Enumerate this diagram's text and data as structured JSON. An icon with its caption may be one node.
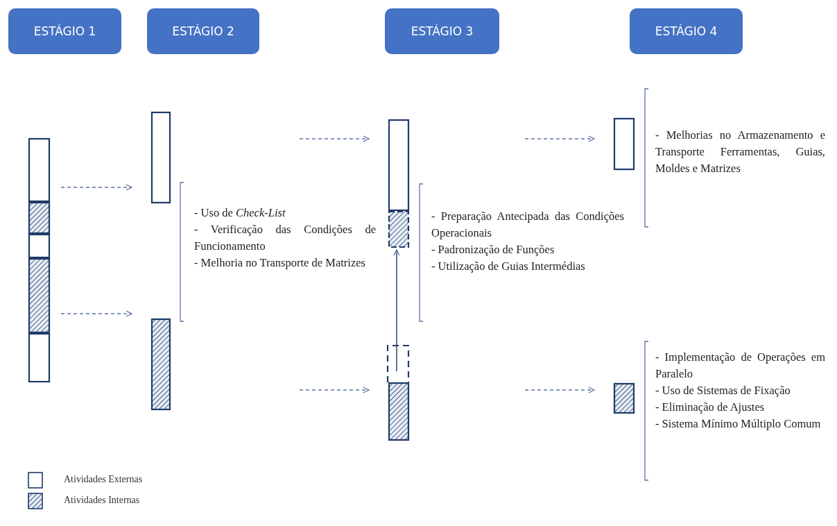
{
  "diagram": {
    "nodes": [
      {
        "text": [
          "ESTÁGIO 1"
        ]
      },
      {
        "text": [
          "ESTÁGIO 2"
        ]
      },
      {
        "text": [
          "ESTÁGIO 3"
        ]
      },
      {
        "text": [
          "ESTÁGIO 4"
        ]
      },
      {
        "text": [],
        "shape": "bar"
      },
      {
        "text": [],
        "shape": "bar"
      },
      {
        "text": [],
        "shape": "bar"
      },
      {
        "text": [],
        "shape": "bar"
      },
      {
        "text": [],
        "shape": "box"
      },
      {
        "text": [],
        "shape": "bar"
      },
      {
        "text": [],
        "shape": "bar"
      },
      {
        "text": [],
        "shape": "bar"
      }
    ],
    "edges": [
      {
        "from": null,
        "to": 5,
        "arrow": "to",
        "style": "dashed"
      },
      {
        "from": null,
        "to": 6,
        "arrow": "to",
        "style": "dashed"
      },
      {
        "from": null,
        "to": 7,
        "arrow": "to",
        "style": "dashed"
      },
      {
        "from": 8,
        "to": 7,
        "arrow": "to"
      },
      {
        "from": null,
        "to": 9,
        "arrow": "to",
        "style": "dashed"
      },
      {
        "from": null,
        "to": 10,
        "arrow": "to",
        "style": "dashed"
      },
      {
        "from": null,
        "to": 11,
        "arrow": "to",
        "style": "dashed"
      }
    ],
    "labels": [
      "- Uso de *Check-List*",
      "- Verificação das Condições de Funcionamento",
      "- Melhoria no Transporte de Matrizes",
      "- Preparação Antecipada das Condições Operacionais",
      "- Padronização de Funções",
      "- Utilização de Guias Intermédias",
      "- Melhorias no Armazenamento e Transporte Ferramentas, Guias, Moldes e Matrizes",
      "- Implementação de Operações em Paralelo",
      "- Uso de Sistemas de Fixação",
      "- Eliminação de Ajustes",
      "- Sistema Mínimo Múltiplo Comum"
    ],
    "legend": [
      {
        "text": "Atividades Externas"
      },
      {
        "text": "Atividades Internas"
      }
    ]
  }
}
